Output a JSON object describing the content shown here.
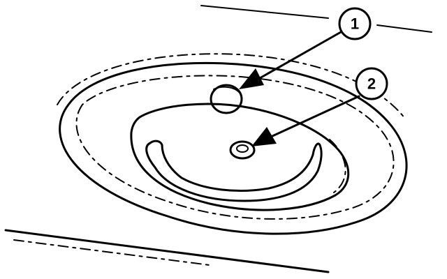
{
  "callouts": [
    {
      "label": "1",
      "target": "plug"
    },
    {
      "label": "2",
      "target": "drain-hole"
    }
  ],
  "colors": {
    "ink": "#000000",
    "background": "#ffffff"
  }
}
